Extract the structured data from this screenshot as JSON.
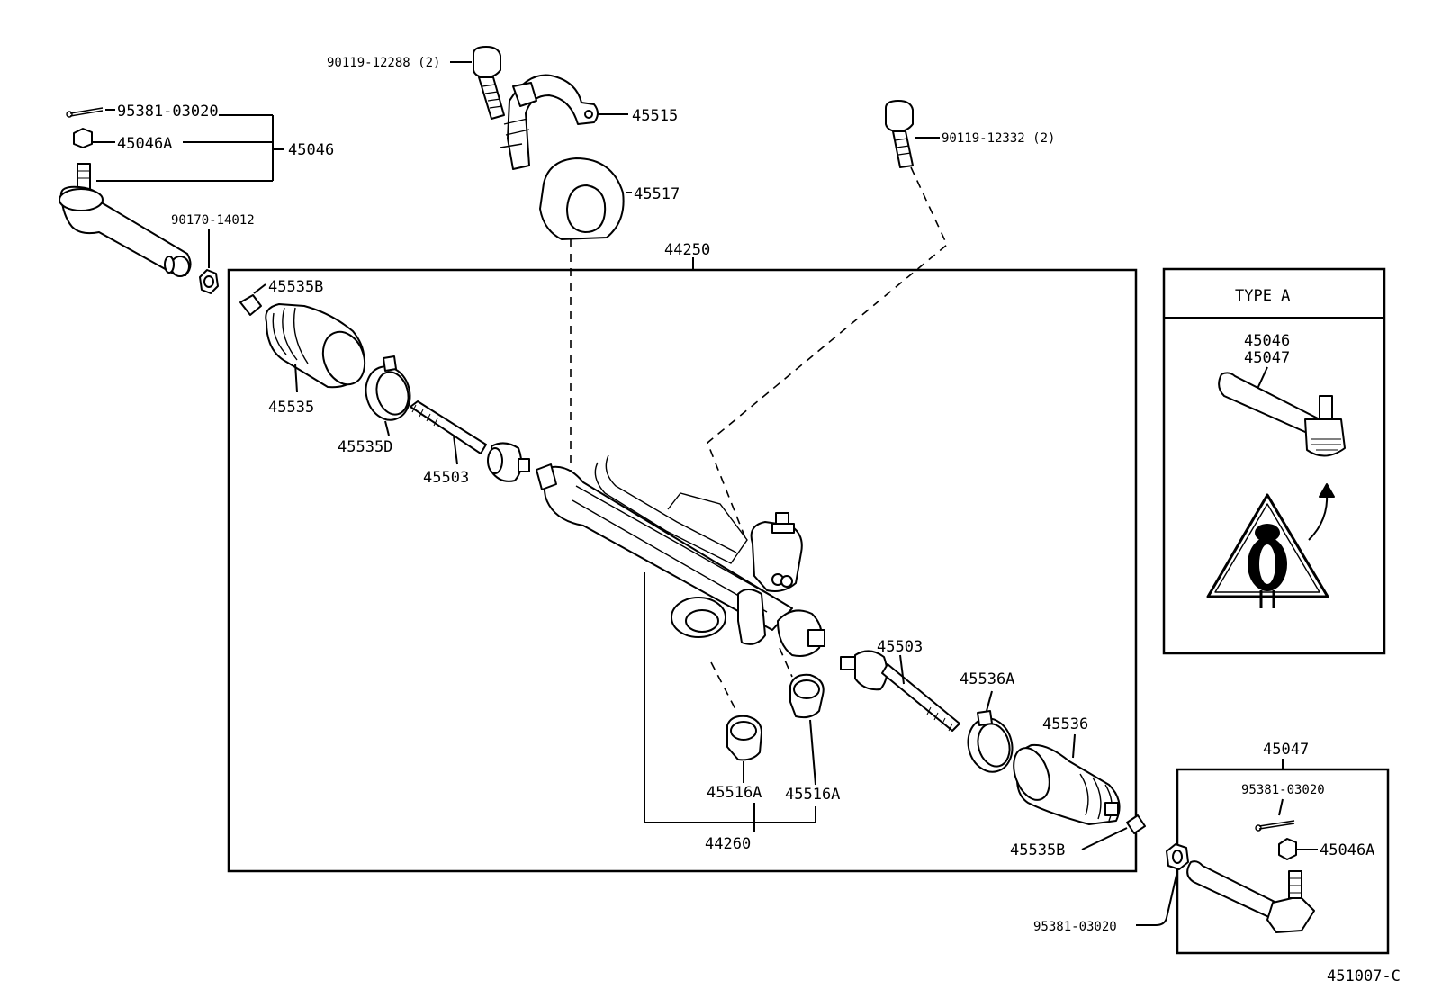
{
  "diagram": {
    "code": "451007-C",
    "type_a_title": "TYPE A",
    "labels": {
      "p_90119_12288": "90119-12288 (2)",
      "p_95381_03020_tl": "95381-03020",
      "p_45046a_tl": "45046A",
      "p_45046_tl": "45046",
      "p_90170_14012": "90170-14012",
      "p_45515": "45515",
      "p_45517": "45517",
      "p_90119_12332": "90119-12332 (2)",
      "p_44250": "44250",
      "p_45535b_tl": "45535B",
      "p_45535": "45535",
      "p_45535d": "45535D",
      "p_45503_l": "45503",
      "p_45503_r": "45503",
      "p_45536a": "45536A",
      "p_45536": "45536",
      "p_45516a_1": "45516A",
      "p_45516a_2": "45516A",
      "p_44260": "44260",
      "p_45535b_br": "45535B",
      "p_95381_03020_bl": "95381-03020",
      "p_45046_typea": "45046",
      "p_45047_typea": "45047",
      "p_45047_br": "45047",
      "p_95381_03020_br": "95381-03020",
      "p_45046a_br": "45046A"
    }
  }
}
